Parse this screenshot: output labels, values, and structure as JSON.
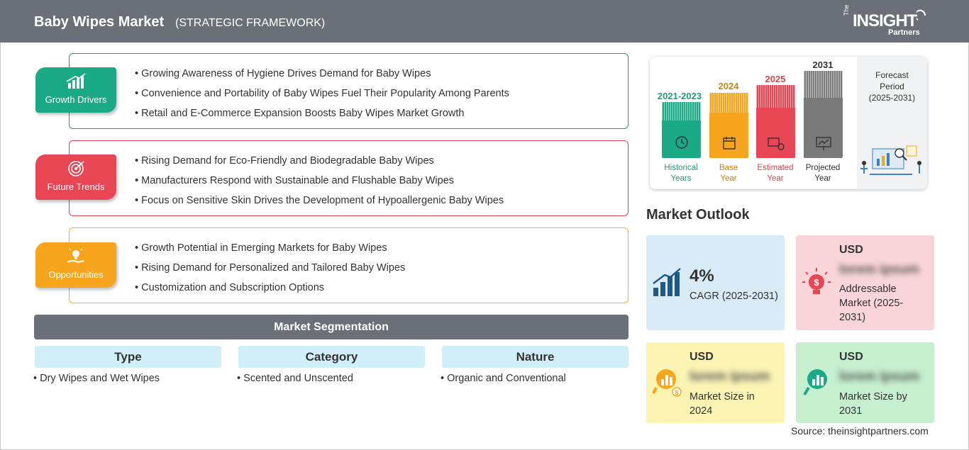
{
  "header": {
    "title": "Baby Wipes Market",
    "subtitle": "(STRATEGIC FRAMEWORK)",
    "logo_the": "The",
    "logo_insight": "INSIGHT",
    "logo_partners": "Partners"
  },
  "drivers": {
    "label": "Growth Drivers",
    "icon": "growth-chart-icon",
    "color": "#1aaa85",
    "items": [
      "Growing Awareness of Hygiene Drives Demand for Baby Wipes",
      "Convenience and Portability of Baby Wipes Fuel Their Popularity Among Parents",
      "Retail and E-Commerce Expansion Boosts Baby Wipes Market Growth"
    ]
  },
  "trends": {
    "label": "Future Trends",
    "icon": "target-icon",
    "color": "#e84555",
    "items": [
      "Rising Demand for Eco-Friendly and Biodegradable Baby Wipes",
      "Manufacturers Respond with Sustainable and Flushable Baby Wipes",
      "Focus on Sensitive Skin Drives the Development of Hypoallergenic Baby Wipes"
    ]
  },
  "opportunities": {
    "label": "Opportunities",
    "icon": "lightbulb-hand-icon",
    "color": "#f7a51c",
    "items": [
      "Growth Potential in Emerging Markets for Baby Wipes",
      "Rising Demand for Personalized and Tailored Baby Wipes",
      "Customization and Subscription Options"
    ]
  },
  "segmentation": {
    "title": "Market Segmentation",
    "columns": [
      {
        "head": "Type",
        "item": "Dry Wipes and Wet Wipes"
      },
      {
        "head": "Category",
        "item": "Scented and Unscented"
      },
      {
        "head": "Nature",
        "item": "Organic and Conventional"
      }
    ]
  },
  "timeline": {
    "bars": [
      {
        "year": "2021-2023",
        "label1": "Historical",
        "label2": "Years",
        "color": "#1aaa85",
        "icon": "history-icon"
      },
      {
        "year": "2024",
        "label1": "Base",
        "label2": "Year",
        "color": "#f7a51c",
        "icon": "calendar-icon"
      },
      {
        "year": "2025",
        "label1": "Estimated",
        "label2": "Year",
        "color": "#e84555",
        "icon": "estimate-icon"
      },
      {
        "year": "2031",
        "label1": "Projected",
        "label2": "Year",
        "color": "#7a7a7a",
        "icon": "presentation-icon"
      }
    ],
    "forecast_label": "Forecast",
    "forecast_label2": "Period",
    "forecast_range": "(2025-2031)"
  },
  "outlook": {
    "title": "Market Outlook",
    "cagr_value": "4%",
    "cagr_label": "CAGR (2025-2031)",
    "addressable_usd": "USD",
    "addressable_value": "lorem ipsum",
    "addressable_label_1": "Addressable",
    "addressable_label_2": "Market (2025-",
    "addressable_label_3": "2031)",
    "size2024_usd": "USD",
    "size2024_value": "lorem ipsum",
    "size2024_label_1": "Market Size in",
    "size2024_label_2": "2024",
    "size2031_usd": "USD",
    "size2031_value": "lorem ipsum",
    "size2031_label_1": "Market Size by",
    "size2031_label_2": "2031"
  },
  "source": "Source: theinsightpartners.com"
}
